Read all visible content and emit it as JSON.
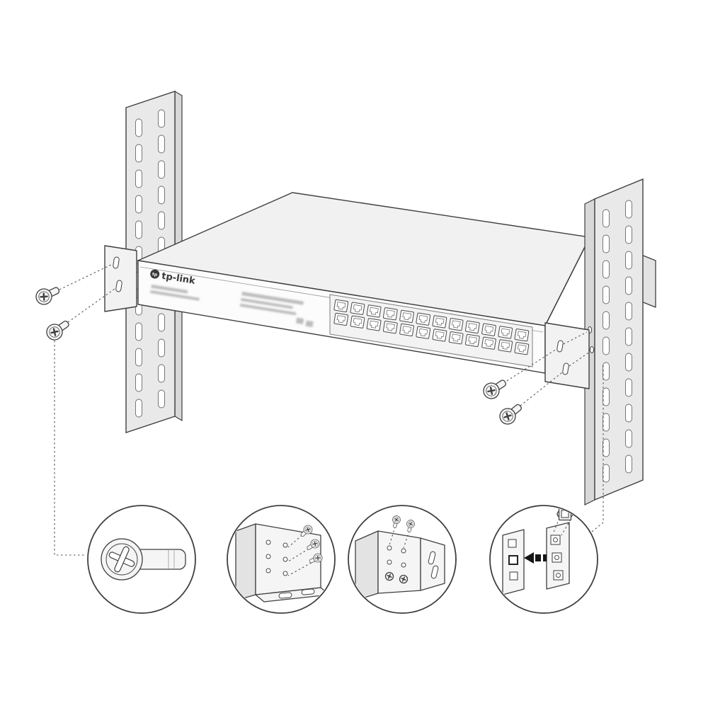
{
  "figure": {
    "brand_label": "tp-link",
    "logo_monogram": "tp",
    "switch_ports": {
      "rows": 2,
      "cols": 12,
      "total": 24
    },
    "screw_count": 4,
    "callout_count": 4,
    "callouts": [
      {
        "name": "screw-detail"
      },
      {
        "name": "bracket-screwing-detail"
      },
      {
        "name": "bracket-attached-detail"
      },
      {
        "name": "cage-nut-detail"
      }
    ]
  },
  "colors": {
    "line": "#3f3f3f",
    "line_soft": "#8a8a8a",
    "rail_fill": "#e9e9e9",
    "rail_side_fill": "#d8d8d8",
    "top_fill": "#f1f1f1",
    "front_fill": "#fcfcfc",
    "metal_fill": "#f5f5f5",
    "metal_dark_fill": "#e3e3e3",
    "blur_text": "#bdbdbd",
    "arrow": "#161616",
    "background": "#ffffff"
  }
}
